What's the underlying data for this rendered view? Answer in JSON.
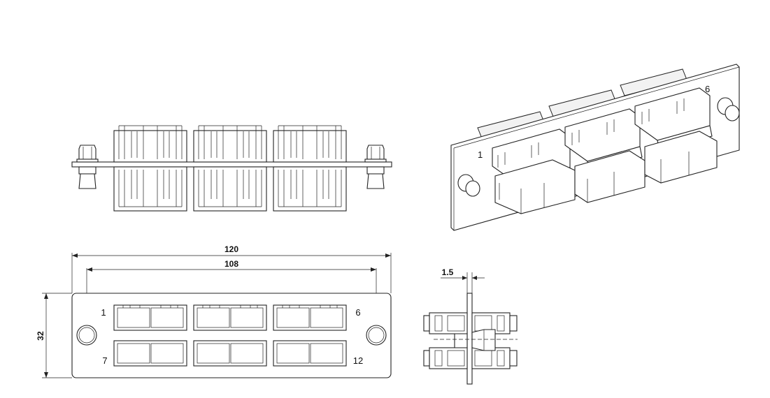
{
  "front_view": {
    "port_labels": {
      "p1": "1",
      "p6": "6",
      "p7": "7",
      "p12": "12"
    }
  },
  "iso_view": {
    "port_labels": {
      "p1": "1",
      "p6": "6"
    }
  },
  "dimensions": {
    "overall_width": "120",
    "hole_spacing": "108",
    "height": "32",
    "panel_thickness": "1.5"
  }
}
